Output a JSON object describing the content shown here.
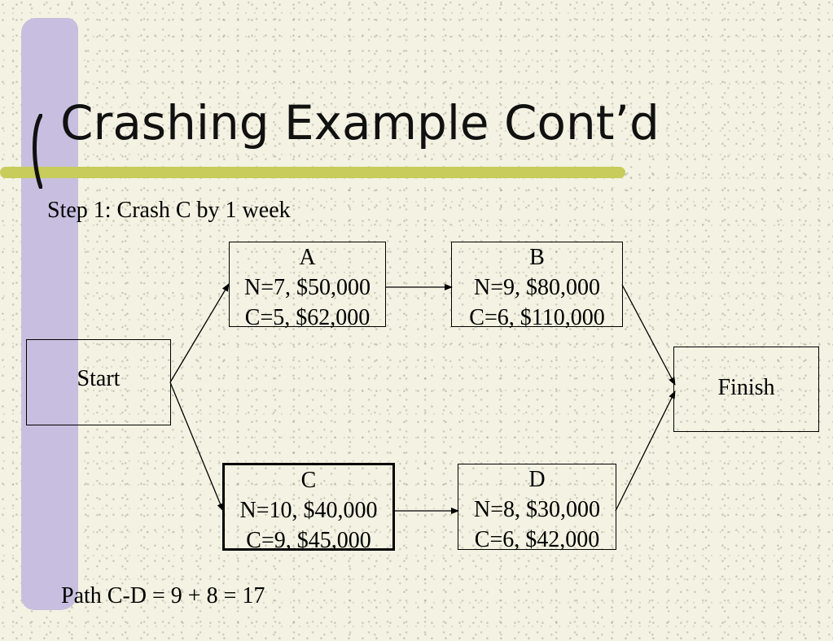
{
  "slide": {
    "title": "Crashing Example Cont’d",
    "step": "Step 1: Crash C by 1 week",
    "path_summary": "Path C-D = 9 + 8 = 17"
  },
  "nodes": {
    "start": {
      "label": "Start"
    },
    "finish": {
      "label": "Finish"
    },
    "a": {
      "name": "A",
      "normal": "N=7, $50,000",
      "crash": "C=5, $62,000"
    },
    "b": {
      "name": "B",
      "normal": "N=9, $80,000",
      "crash": "C=6, $110,000"
    },
    "c": {
      "name": "C",
      "normal": "N=10, $40,000",
      "crash": "C=9, $45,000",
      "highlighted": true
    },
    "d": {
      "name": "D",
      "normal": "N=8, $30,000",
      "crash": "C=6, $42,000"
    }
  },
  "edges": [
    {
      "from": "Start",
      "to": "A"
    },
    {
      "from": "Start",
      "to": "C"
    },
    {
      "from": "A",
      "to": "B"
    },
    {
      "from": "C",
      "to": "D"
    },
    {
      "from": "B",
      "to": "Finish"
    },
    {
      "from": "D",
      "to": "Finish"
    }
  ],
  "colors": {
    "background": "#f4f2e2",
    "sidebar_accent": "#c8bfe0",
    "underline_accent": "#c7cc5a",
    "text": "#000000"
  }
}
